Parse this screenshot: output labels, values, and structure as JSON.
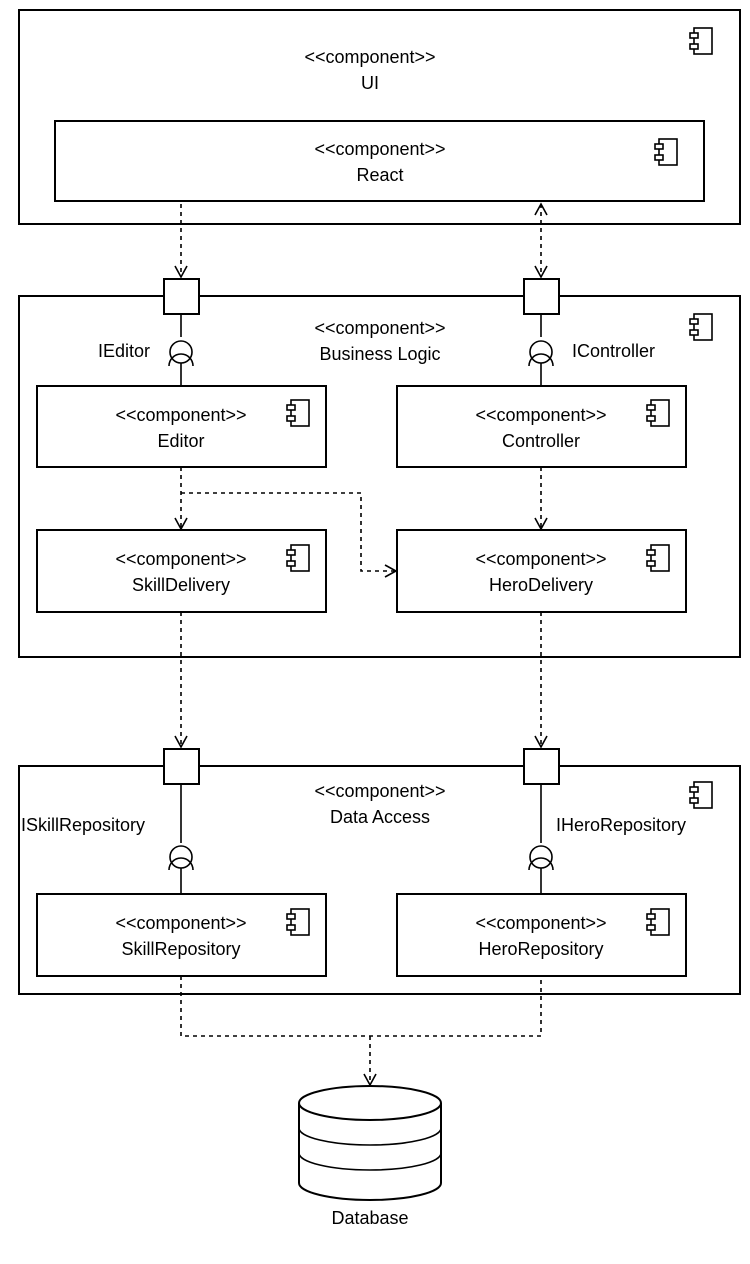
{
  "stereotype": "<<component>>",
  "components": {
    "ui": {
      "name": "UI"
    },
    "react": {
      "name": "React"
    },
    "business_logic": {
      "name": "Business Logic"
    },
    "editor": {
      "name": "Editor"
    },
    "controller": {
      "name": "Controller"
    },
    "skill_delivery": {
      "name": "SkillDelivery"
    },
    "hero_delivery": {
      "name": "HeroDelivery"
    },
    "data_access": {
      "name": "Data Access"
    },
    "skill_repository": {
      "name": "SkillRepository"
    },
    "hero_repository": {
      "name": "HeroRepository"
    }
  },
  "interfaces": {
    "ieditor": "IEditor",
    "icontroller": "IController",
    "iskill_repository": "ISkillRepository",
    "ihero_repository": "IHeroRepository"
  },
  "database": {
    "label": "Database"
  },
  "icons": {
    "component": "component-icon",
    "database": "database-icon",
    "port": "port-square",
    "required_interface": "socket-icon"
  }
}
